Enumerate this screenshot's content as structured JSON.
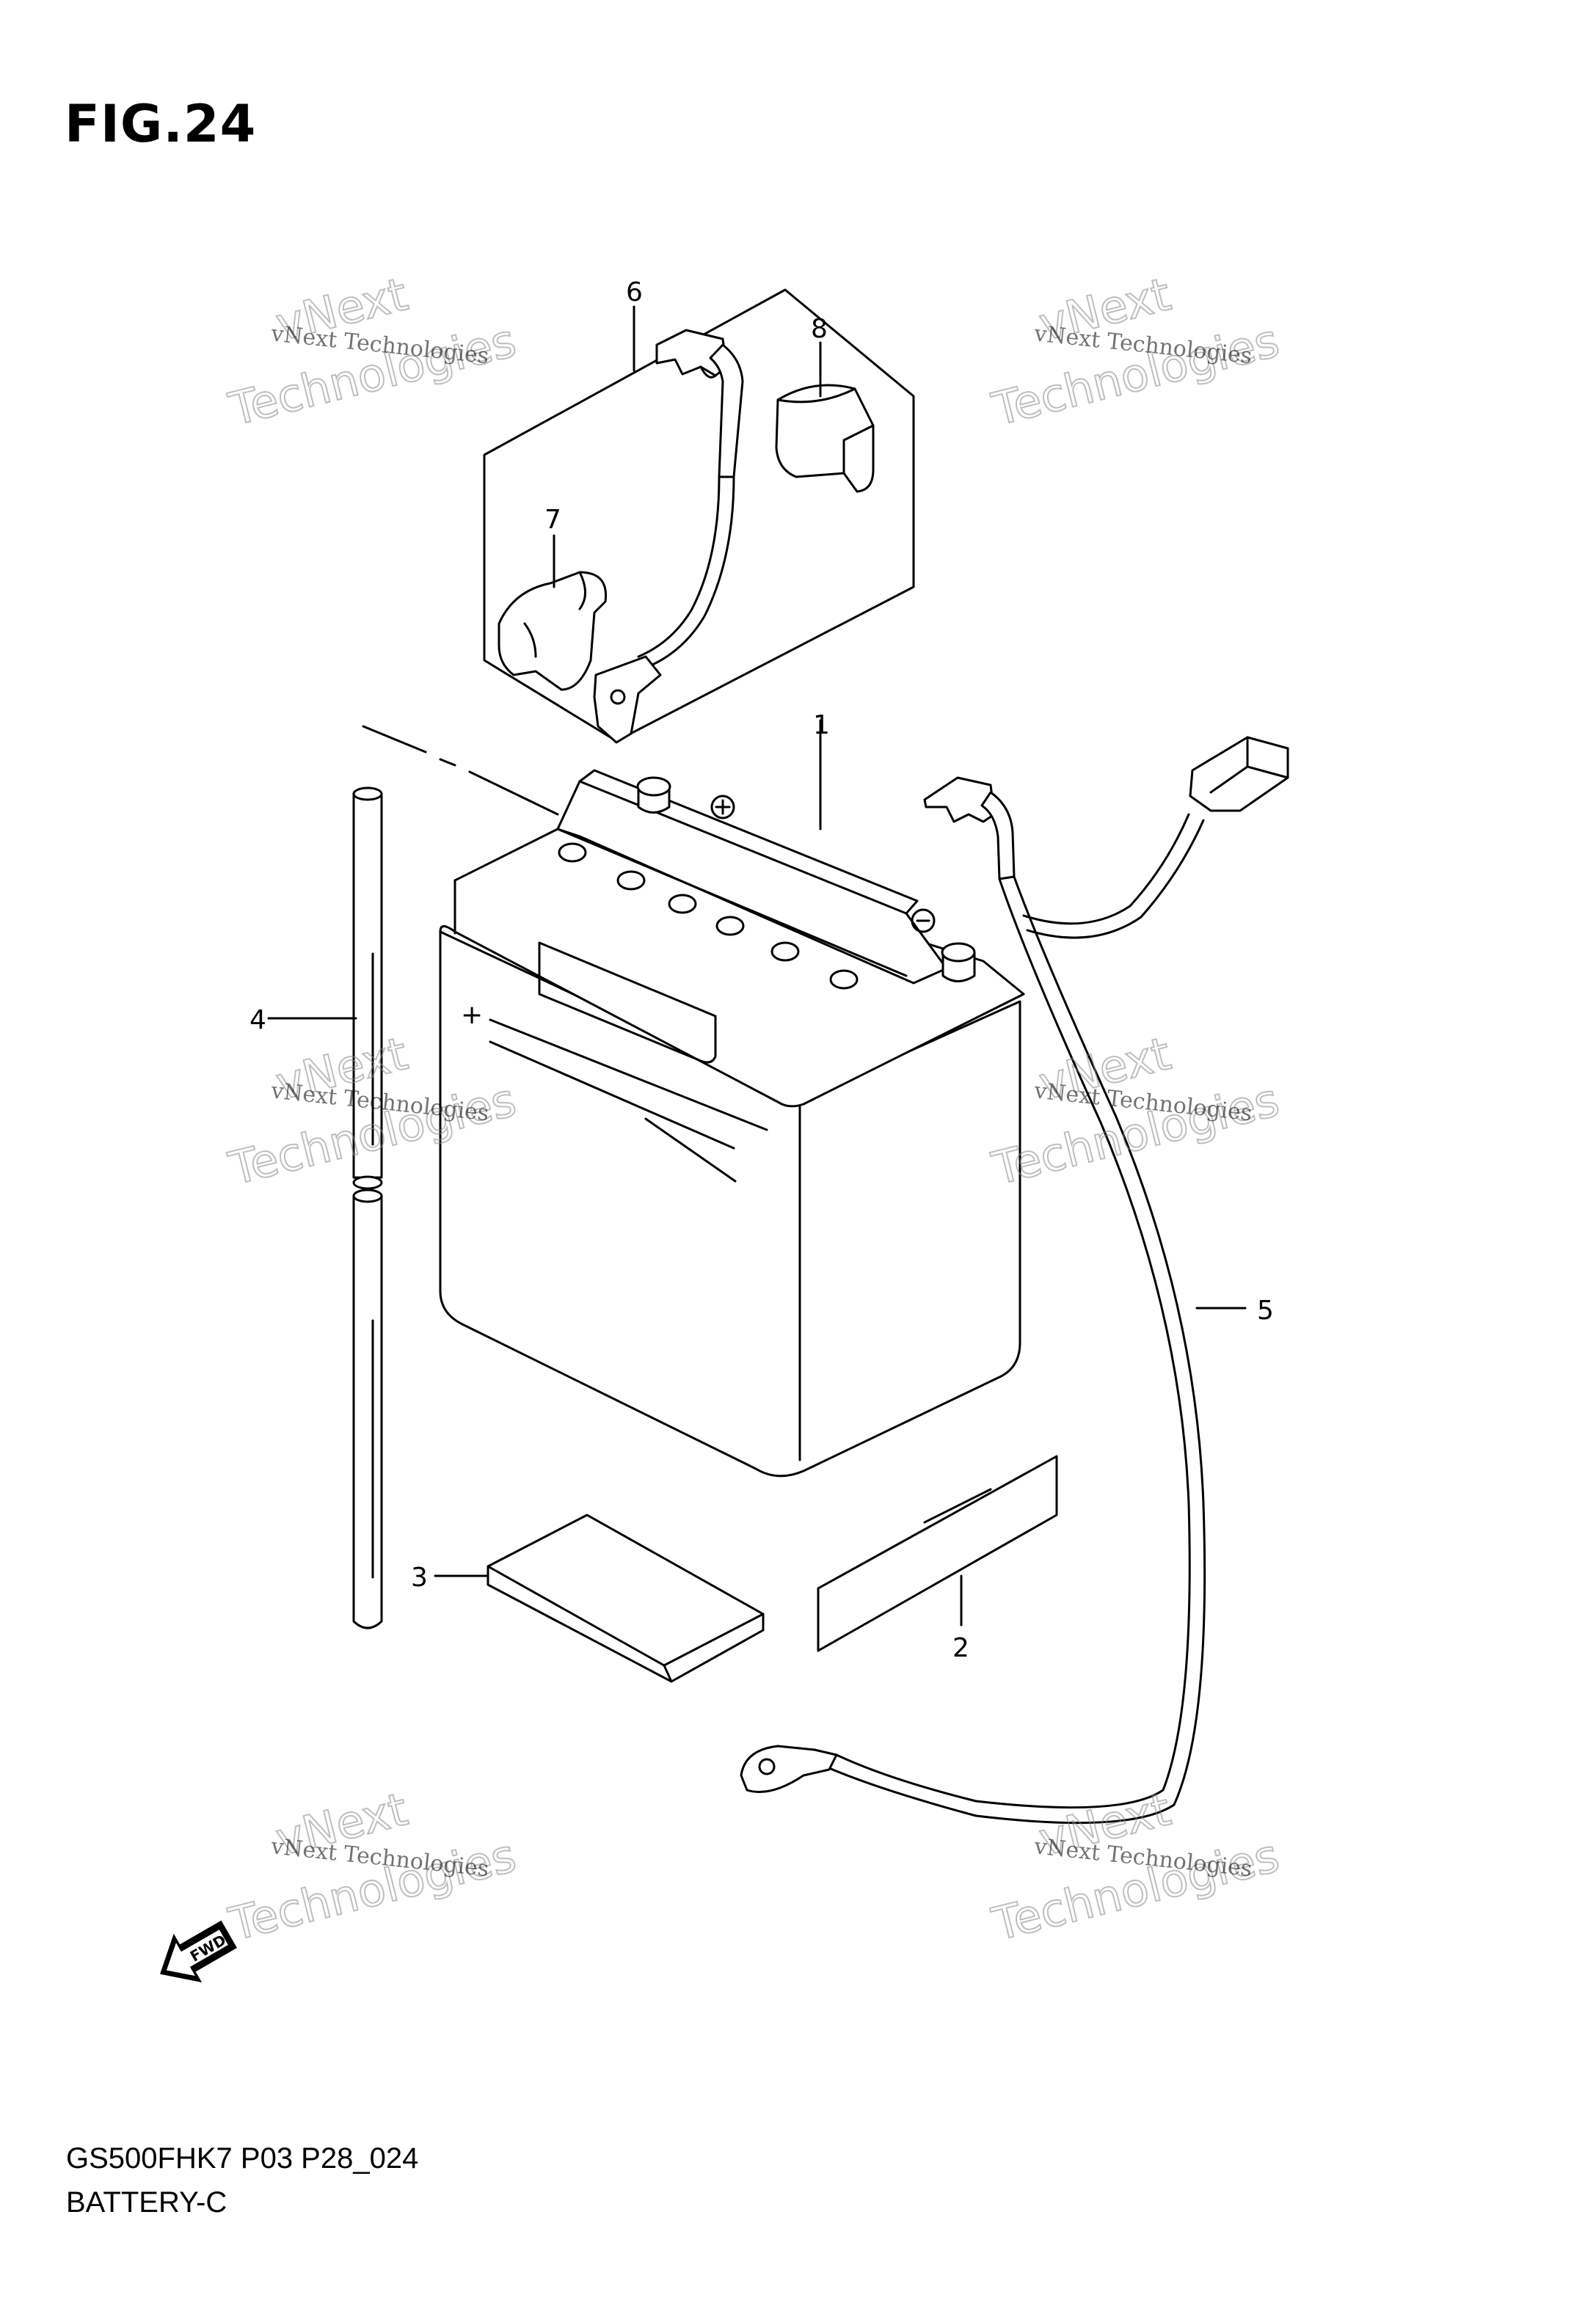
{
  "figure": {
    "title": "FIG.24",
    "model_code": "GS500FHK7 P03 P28_024",
    "section_name": "BATTERY-C"
  },
  "callouts": [
    "1",
    "2",
    "3",
    "4",
    "5",
    "6",
    "7",
    "8"
  ],
  "watermark": {
    "line1": "vNext Technologies",
    "line2": "vNext",
    "line3": "Technologies"
  },
  "direction_arrow": {
    "label": "FWD"
  },
  "battery": {
    "plus_mark": "+"
  }
}
